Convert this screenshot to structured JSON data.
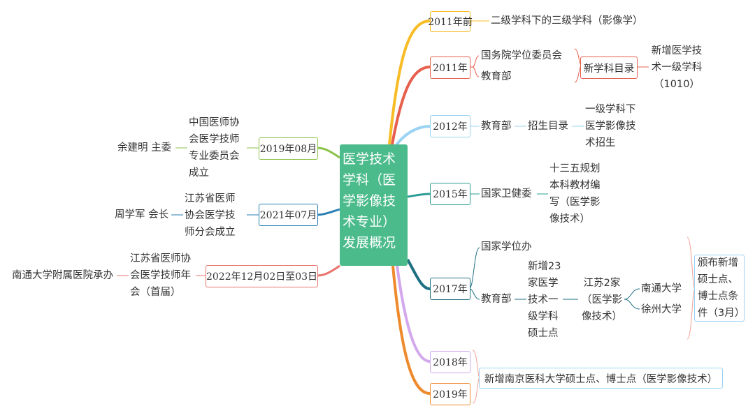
{
  "center": {
    "title": "医学技术学科（医学影像技术专业）发展概况",
    "color": "#4cbb8b"
  },
  "right": {
    "y2011_before": {
      "date": "2011年前",
      "text": "二级学科下的三级学科（影像学）"
    },
    "y2011": {
      "date": "2011年",
      "org1": "国务院学位委员会",
      "org2": "教育部",
      "node": "新学科目录",
      "result": "新增医学技术一级学科（1010）"
    },
    "y2012": {
      "date": "2012年",
      "org": "教育部",
      "node": "招生目录",
      "result": "一级学科下医学影像技术招生"
    },
    "y2015": {
      "date": "2015年",
      "org": "国家卫健委",
      "result": "十三五规划本科教材编写（医学影像技术）"
    },
    "y2017": {
      "date": "2017年",
      "org1": "国家学位办",
      "org2": "教育部",
      "node1": "新增23家医学技术一级学科硕士点",
      "node2": "江苏2家（医学影像技术）",
      "uni1": "南通大学",
      "uni2": "徐州大学",
      "note": "颁布新增硕士点、博士点条件（3月）"
    },
    "y2018": {
      "date": "2018年"
    },
    "y2019": {
      "date": "2019年"
    },
    "y2018_2019_text": "新增南京医科大学硕士点、博士点（医学影像技术）"
  },
  "left": {
    "e2019": {
      "date": "2019年08月",
      "event": "中国医师协会医学技师专业委员会成立",
      "person": "余建明 主委"
    },
    "e2021": {
      "date": "2021年07月",
      "event": "江苏省医师协会医学技师分会成立",
      "person": "周学军 会长"
    },
    "e2022": {
      "date": "2022年12月02日至03日",
      "event": "江苏省医师协会医学技师年会（首届）",
      "person": "南通大学附属医院承办"
    }
  },
  "colors": {
    "y2011_before": "#f7bc26",
    "y2011": "#e7604d",
    "y2012": "#9bd3f3",
    "y2015": "#2b9c95",
    "y2017": "#1f6f82",
    "y2018": "#d3a8ec",
    "y2019": "#ee8a2c",
    "e2019": "#8bc34a",
    "e2021": "#2a7fb4",
    "e2022": "#e8736c"
  }
}
